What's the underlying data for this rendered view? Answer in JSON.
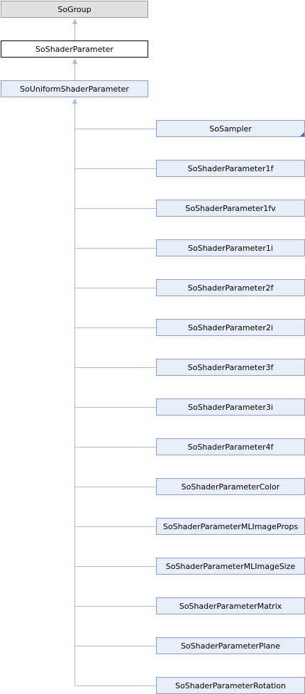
{
  "diagram": {
    "base_classes": [
      {
        "id": "so-group",
        "label": "SoGroup",
        "style": "gray"
      },
      {
        "id": "so-shader-parameter",
        "label": "SoShaderParameter",
        "style": "white"
      },
      {
        "id": "so-uniform-shader-parameter",
        "label": "SoUniformShaderParameter",
        "style": "blue"
      }
    ],
    "derived_classes": [
      {
        "label": "SoSampler",
        "has_more": true
      },
      {
        "label": "SoShaderParameter1f"
      },
      {
        "label": "SoShaderParameter1fv"
      },
      {
        "label": "SoShaderParameter1i"
      },
      {
        "label": "SoShaderParameter2f"
      },
      {
        "label": "SoShaderParameter2i"
      },
      {
        "label": "SoShaderParameter3f"
      },
      {
        "label": "SoShaderParameter3i"
      },
      {
        "label": "SoShaderParameter4f"
      },
      {
        "label": "SoShaderParameterColor"
      },
      {
        "label": "SoShaderParameterMLImageProps"
      },
      {
        "label": "SoShaderParameterMLImageSize"
      },
      {
        "label": "SoShaderParameterMatrix"
      },
      {
        "label": "SoShaderParameterPlane"
      },
      {
        "label": "SoShaderParameterRotation"
      }
    ],
    "colors": {
      "edge": "#a8c0dc",
      "gray_fill": "#e0e0e0",
      "blue_fill": "#e8eef7",
      "blue_border": "#84a0c8"
    }
  }
}
